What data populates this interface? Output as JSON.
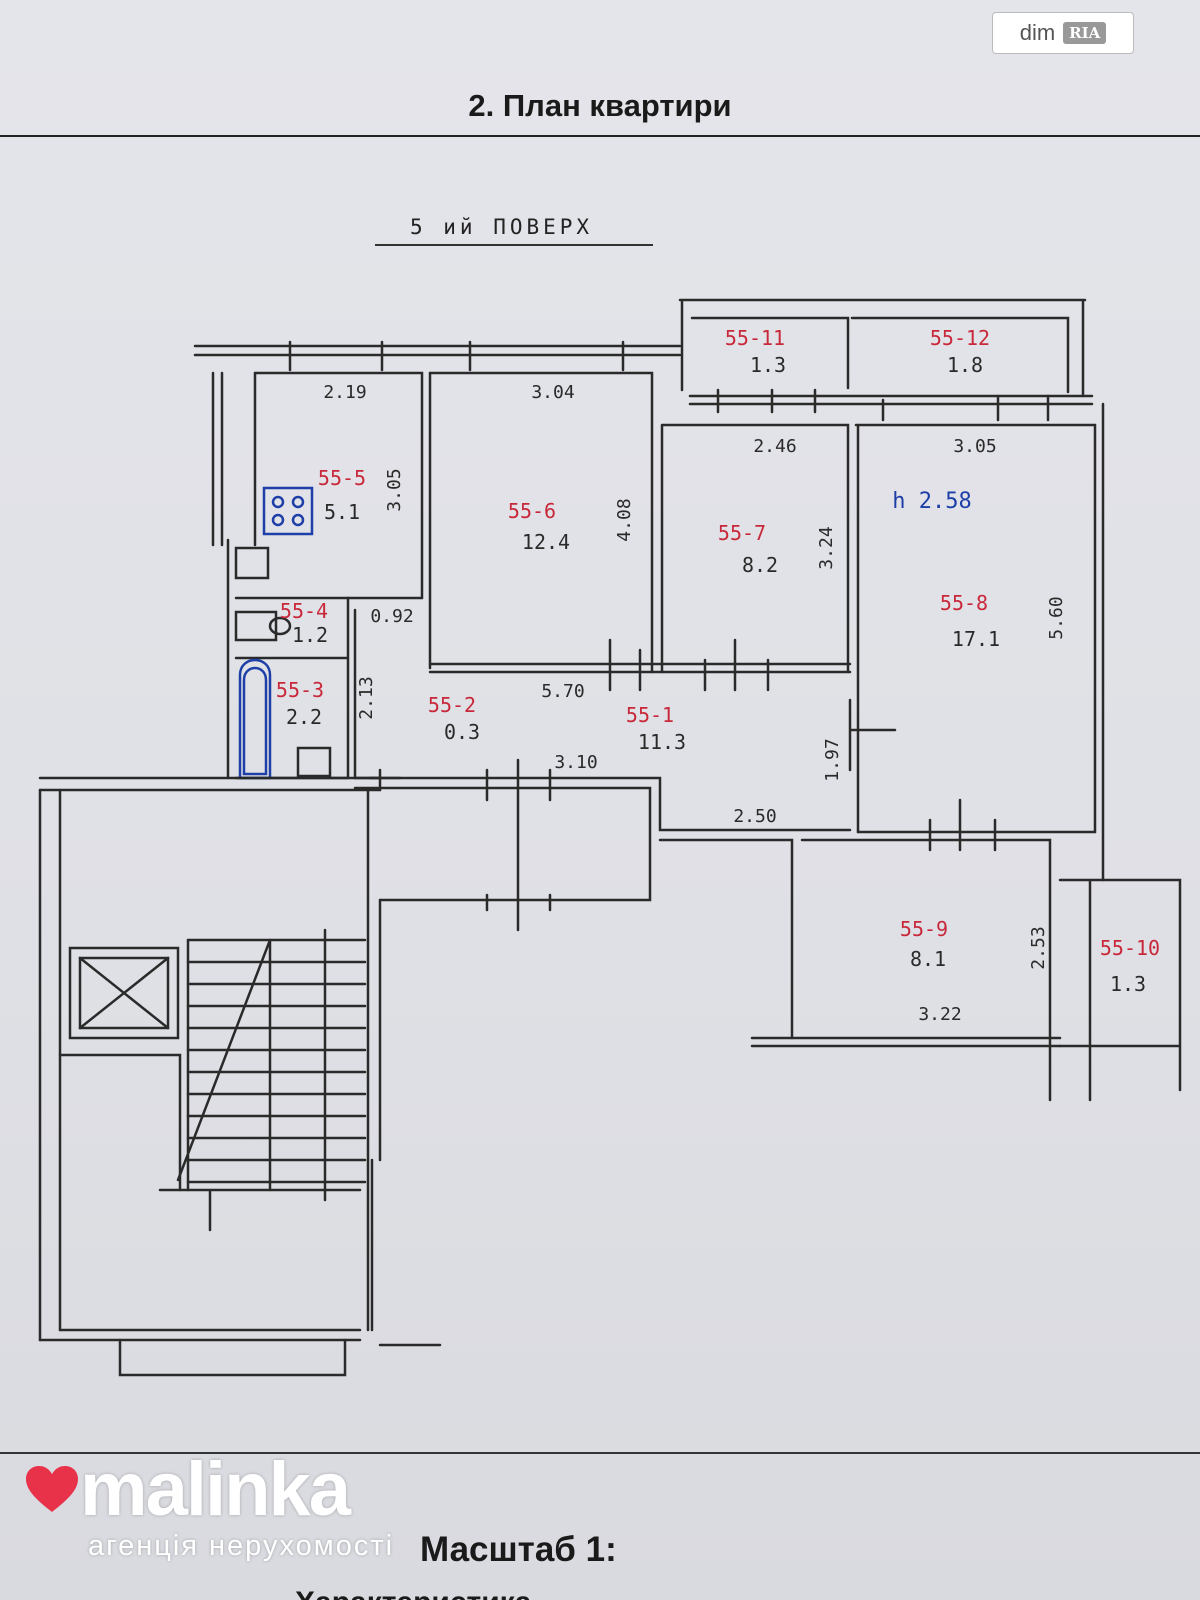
{
  "document": {
    "title": "2. План квартири",
    "floor_label": "5 ий ПОВЕРХ",
    "scale_label": "Масштаб 1:",
    "cut_text": "Характеристика..."
  },
  "watermark": {
    "dim": "dim",
    "ria": "RIA"
  },
  "logo": {
    "name": "malinka",
    "subtitle": "агенція нерухомості",
    "heart_color": "#e8324a"
  },
  "plan": {
    "room_id_color": "#c8283a",
    "ink_color": "#2a2a2a",
    "height_color": "#1f3fa8",
    "rooms": [
      {
        "key": "r11",
        "id": "55-11",
        "area": "1.3"
      },
      {
        "key": "r12",
        "id": "55-12",
        "area": "1.8"
      },
      {
        "key": "r5",
        "id": "55-5",
        "area": "5.1"
      },
      {
        "key": "r6",
        "id": "55-6",
        "area": "12.4"
      },
      {
        "key": "r7",
        "id": "55-7",
        "area": "8.2"
      },
      {
        "key": "r8",
        "id": "55-8",
        "area": "17.1"
      },
      {
        "key": "r4",
        "id": "55-4",
        "area": "1.2"
      },
      {
        "key": "r3",
        "id": "55-3",
        "area": "2.2"
      },
      {
        "key": "r2",
        "id": "55-2",
        "area": "0.3"
      },
      {
        "key": "r1",
        "id": "55-1",
        "area": "11.3"
      },
      {
        "key": "r9",
        "id": "55-9",
        "area": "8.1"
      },
      {
        "key": "r10",
        "id": "55-10",
        "area": "1.3"
      }
    ],
    "dimensions": [
      "2.19",
      "3.04",
      "3.05",
      "4.08",
      "2.46",
      "3.24",
      "3.05",
      "5.60",
      "0.92",
      "2.13",
      "5.70",
      "3.10",
      "1.97",
      "2.50",
      "2.53",
      "3.22"
    ],
    "ceiling_height": "h 2.58"
  }
}
